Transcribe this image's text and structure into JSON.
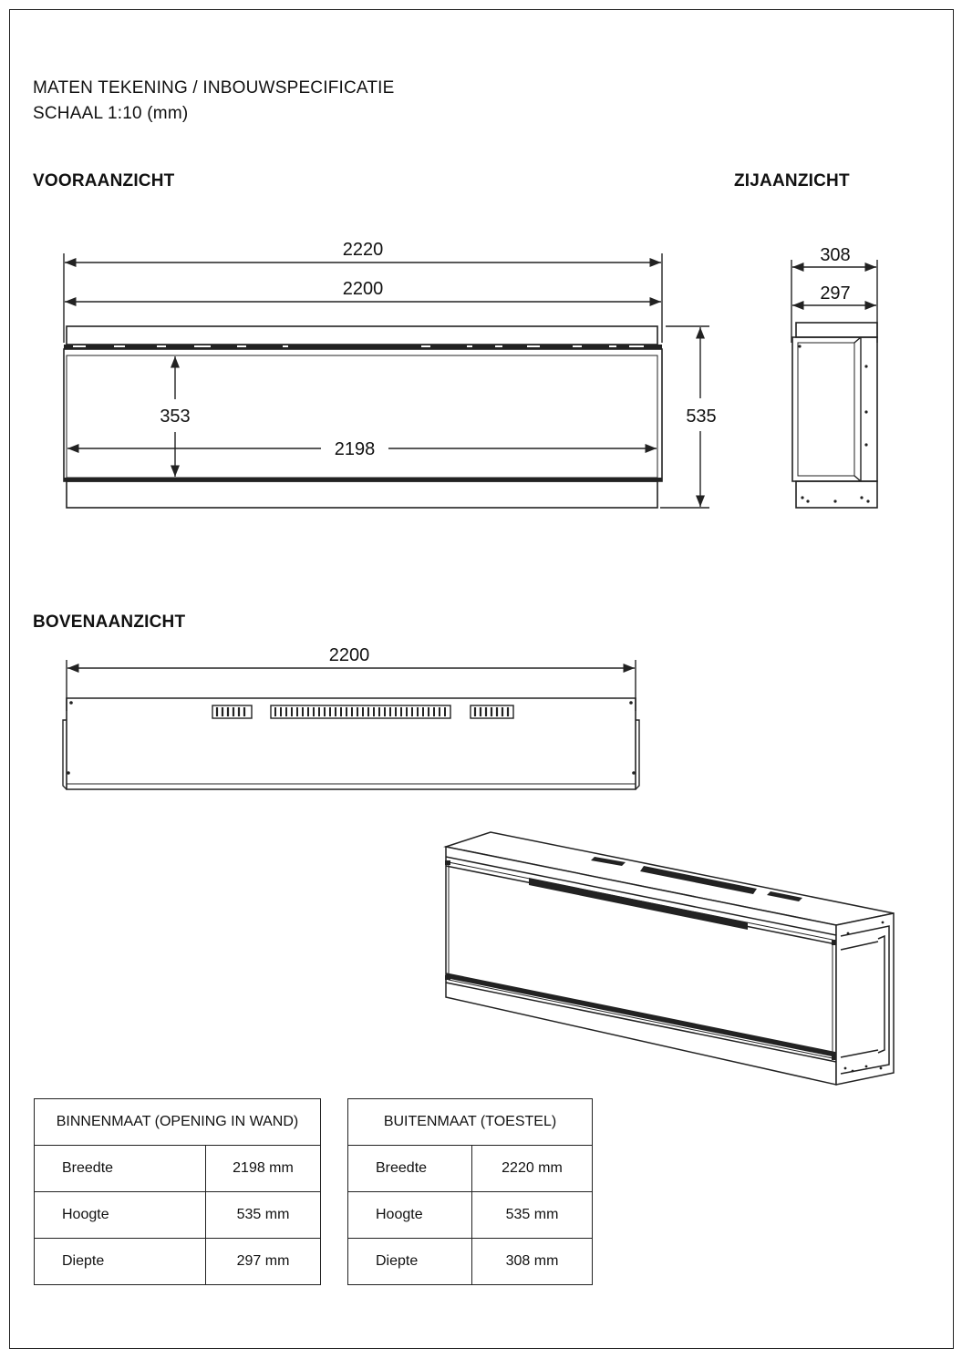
{
  "header": {
    "title": "MATEN TEKENING / INBOUWSPECIFICATIE",
    "scale": "SCHAAL 1:10 (mm)"
  },
  "sections": {
    "front": "VOORAANZICHT",
    "side": "ZIJAANZICHT",
    "top": "BOVENAANZICHT"
  },
  "dimensions": {
    "front_outer_width": "2220",
    "front_inner_width": "2200",
    "front_opening_width": "2198",
    "front_opening_height": "353",
    "front_total_height": "535",
    "side_outer_depth": "308",
    "side_inner_depth": "297",
    "top_width": "2200"
  },
  "tables": {
    "inner": {
      "title": "BINNENMAAT (OPENING IN WAND)",
      "rows": [
        {
          "label": "Breedte",
          "value": "2198 mm"
        },
        {
          "label": "Hoogte",
          "value": "535 mm"
        },
        {
          "label": "Diepte",
          "value": "297 mm"
        }
      ]
    },
    "outer": {
      "title": "BUITENMAAT (TOESTEL)",
      "rows": [
        {
          "label": "Breedte",
          "value": "2220 mm"
        },
        {
          "label": "Hoogte",
          "value": "535 mm"
        },
        {
          "label": "Diepte",
          "value": "308 mm"
        }
      ]
    }
  },
  "colors": {
    "line": "#222222",
    "background": "#ffffff"
  }
}
